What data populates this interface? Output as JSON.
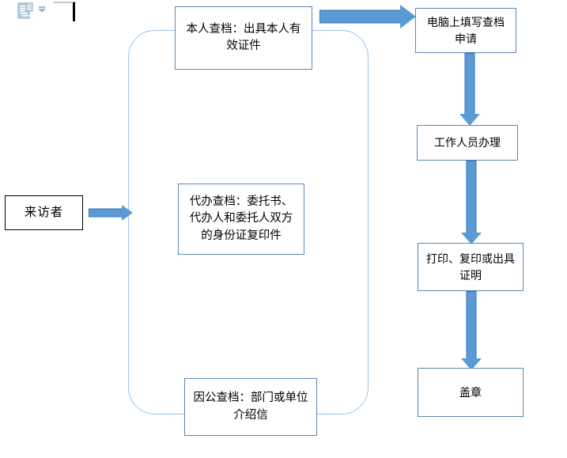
{
  "toolbar": {
    "paste_icon": "paste-document-icon",
    "paste_dropdown_icon": "chevron-down-icon",
    "text_caret": "text-cursor"
  },
  "diagram": {
    "title": "",
    "bracket_label": "grouping-bracket",
    "colors": {
      "arrow_fill": "#5b9bd5",
      "arrow_border": "#2e75b6",
      "bracket_border": "#9dc3e6",
      "box_border_blue": "#5b86b5",
      "box_border_black": "#000000",
      "background": "#ffffff"
    },
    "nodes": {
      "visitor": "来访者",
      "self_inquiry": "本人查档：出具本人有效证件",
      "agent_inquiry": "代办查档：委托书、代办人和委托人双方的身份证复印件",
      "official_inquiry": "因公查档：部门或单位介绍信",
      "apply_online": "电脑上填写查档申请",
      "staff_process": "工作人员办理",
      "print_copy": "打印、复印或出具证明",
      "stamp": "盖章"
    },
    "arrows": {
      "visitor_to_group": "arrow-right",
      "group_to_apply": "arrow-right",
      "apply_to_staff": "arrow-down",
      "staff_to_print": "arrow-down",
      "print_to_stamp": "arrow-down"
    }
  }
}
